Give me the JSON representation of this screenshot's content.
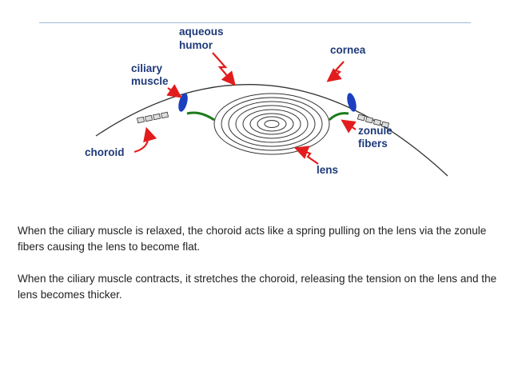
{
  "diagram": {
    "labels": {
      "aqueous_humor": [
        "aqueous",
        "humor"
      ],
      "ciliary_muscle": [
        "ciliary",
        "muscle"
      ],
      "cornea": "cornea",
      "choroid": "choroid",
      "zonule_fibers": [
        "zonule",
        "fibers"
      ],
      "lens": "lens"
    },
    "colors": {
      "label": "#1f3a7a",
      "arrow": "#e21c1c",
      "ciliary_muscle": "#1b3fbf",
      "zonule_fibers": "#1c7a1c",
      "outline": "#333333"
    }
  },
  "caption": {
    "paragraph1": "When the ciliary muscle is relaxed, the choroid acts like a spring pulling on the lens via the zonule fibers causing the lens to become flat.",
    "paragraph2": "When the ciliary muscle contracts, it stretches the choroid, releasing the tension on the lens and the lens becomes thicker."
  }
}
